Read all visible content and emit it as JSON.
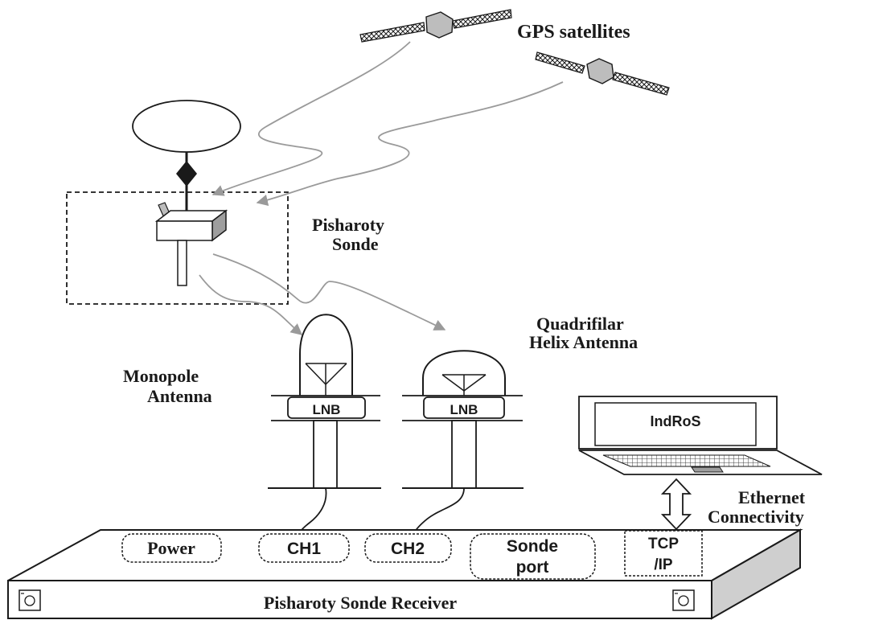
{
  "labels": {
    "gps_satellites": "GPS satellites",
    "sonde_line1": "Pisharoty",
    "sonde_line2": "Sonde",
    "quad_line1": "Quadrifilar",
    "quad_line2": "Helix Antenna",
    "mono_line1": "Monopole",
    "mono_line2": "Antenna",
    "lnb_left": "LNB",
    "lnb_right": "LNB",
    "laptop_screen": "IndRoS",
    "ethernet_line1": "Ethernet",
    "ethernet_line2": "Connectivity",
    "receiver_title": "Pisharoty Sonde Receiver"
  },
  "ports": {
    "power": "Power",
    "ch1": "CH1",
    "ch2": "CH2",
    "sonde_line1": "Sonde",
    "sonde_line2": "port",
    "tcp_line1": "TCP",
    "tcp_line2": "/IP"
  },
  "colors": {
    "line": "#1a1a1a",
    "signal": "#9a9a9a",
    "satellite_body": "#bdbdbd",
    "receiver_side": "#cfcfcf"
  }
}
